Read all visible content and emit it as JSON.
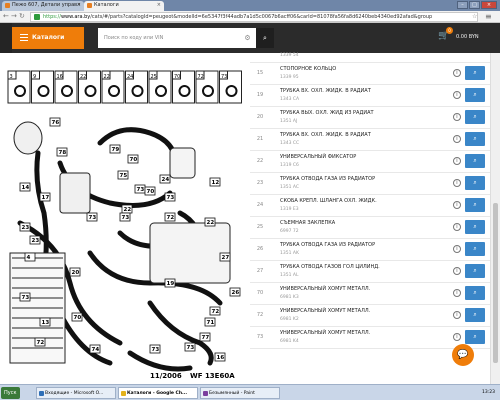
{
  "browser": {
    "tabs": [
      {
        "label": "Пежо 607, Детали управл"
      },
      {
        "label": "Каталоги"
      }
    ],
    "url_https": "https://",
    "url_domain": "www.ara.by",
    "url_rest": "/cats/#/parts?catalogId=peugeot&modelId=6e5347f3f44adb7a1d5c0067b6acff06&carId=81078fa56fa8d6240beb4340ed92afad&group"
  },
  "header": {
    "catalog_button": "Каталоги",
    "search_placeholder": "Поиск по коду или VIN",
    "cart_count": "0",
    "cart_sum": "0.00 BYN"
  },
  "parts": [
    {
      "num": "",
      "name": "",
      "code": "1339 54"
    },
    {
      "num": "15",
      "name": "СТОПОРНОЕ КОЛЬЦО",
      "code": "1339 95"
    },
    {
      "num": "19",
      "name": "ТРУБКА ВХ. ОХЛ. ЖИДК. В РАДИАТ",
      "code": "1343 CA"
    },
    {
      "num": "20",
      "name": "ТРУБКА ВЫХ. ОХЛ. ЖИД ИЗ РАДИАТ",
      "code": "1351 AJ"
    },
    {
      "num": "21",
      "name": "ТРУБКА ВХ. ОХЛ. ЖИДК. В РАДИАТ",
      "code": "1343 CC"
    },
    {
      "num": "22",
      "name": "УНИВЕРСАЛЬНЫЙ ФИКСАТОР",
      "code": "1319 C6"
    },
    {
      "num": "23",
      "name": "ТРУБКА ОТВОДА ГАЗА ИЗ РАДИАТОР",
      "code": "1351 AC"
    },
    {
      "num": "24",
      "name": "СКОБА КРЕПЛ. ШЛАНГА ОХЛ. ЖИДК.",
      "code": "1319 E3"
    },
    {
      "num": "25",
      "name": "СЪЕМНАЯ ЗАКЛЕПКА",
      "code": "6997 72"
    },
    {
      "num": "26",
      "name": "ТРУБКА ОТВОДА ГАЗА ИЗ РАДИАТОР",
      "code": "1351 AK"
    },
    {
      "num": "27",
      "name": "ТРУБКА ОТВОДА ГАЗОВ ГОЛ ЦИЛИНД.",
      "code": "1351 AL"
    },
    {
      "num": "70",
      "name": "УНИВЕРСАЛЬНЫЙ ХОМУТ МЕТАЛЛ.",
      "code": "6981 K3"
    },
    {
      "num": "72",
      "name": "УНИВЕРСАЛЬНЫЙ ХОМУТ МЕТАЛЛ.",
      "code": "6981 K2"
    },
    {
      "num": "73",
      "name": "УНИВЕРСАЛЬНЫЙ ХОМУТ МЕТАЛЛ.",
      "code": "6981 K4"
    }
  ],
  "diagram": {
    "stamp": "11/2006",
    "ref": "WF 13E60A",
    "thumbs": [
      "3",
      "9",
      "16",
      "22",
      "22",
      "24",
      "25",
      "70",
      "72",
      "73"
    ],
    "labels": [
      "76",
      "78",
      "79",
      "75",
      "70",
      "73",
      "70",
      "72",
      "73",
      "12",
      "22",
      "24",
      "22",
      "73",
      "73",
      "14",
      "17",
      "27",
      "26",
      "72",
      "71",
      "23",
      "20",
      "19",
      "13",
      "70",
      "74",
      "73",
      "73",
      "16",
      "73",
      "72",
      "4",
      "23",
      "77"
    ]
  },
  "taskbar": {
    "start": "Пуск",
    "tasks": [
      "Входящие - Microsoft O...",
      "Каталоги - Google Ch...",
      "Безымянный - Paint"
    ],
    "time": "13:23"
  },
  "colors": {
    "accent": "#ef7d0a",
    "button_blue": "#3a86c8",
    "header_dark": "#2b2b2b"
  }
}
